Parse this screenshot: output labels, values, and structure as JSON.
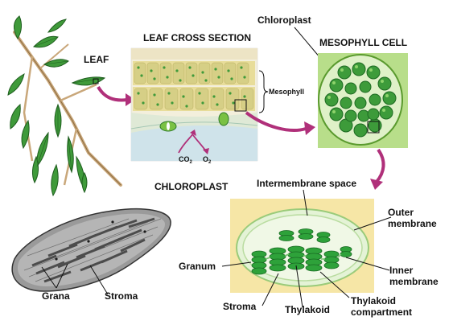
{
  "labels": {
    "leaf": "LEAF",
    "leaf_cross_section": "LEAF CROSS SECTION",
    "mesophyll": "Mesophyll",
    "chloroplast_small": "Chloroplast",
    "mesophyll_cell": "MESOPHYLL CELL",
    "co2": "CO",
    "co2_sub": "2",
    "o2": "O",
    "o2_sub": "2",
    "chloroplast_title": "CHLOROPLAST",
    "intermembrane_space": "Intermembrane space",
    "outer_membrane_1": "Outer",
    "outer_membrane_2": "membrane",
    "granum": "Granum",
    "inner_membrane_1": "Inner",
    "inner_membrane_2": "membrane",
    "stroma_right": "Stroma",
    "thylakoid": "Thylakoid",
    "thylakoid_compartment_1": "Thylakoid",
    "thylakoid_compartment_2": "compartment",
    "grana": "Grana",
    "stroma_left": "Stroma"
  },
  "colors": {
    "leaf_green": "#3f9a3a",
    "leaf_dark": "#1f5e1f",
    "branch": "#c9a77a",
    "arrow_magenta": "#b0307a",
    "panel_yellow": "#f6e6a6",
    "cell_green": "#5fb84a",
    "thylakoid_green": "#2ea23a"
  }
}
